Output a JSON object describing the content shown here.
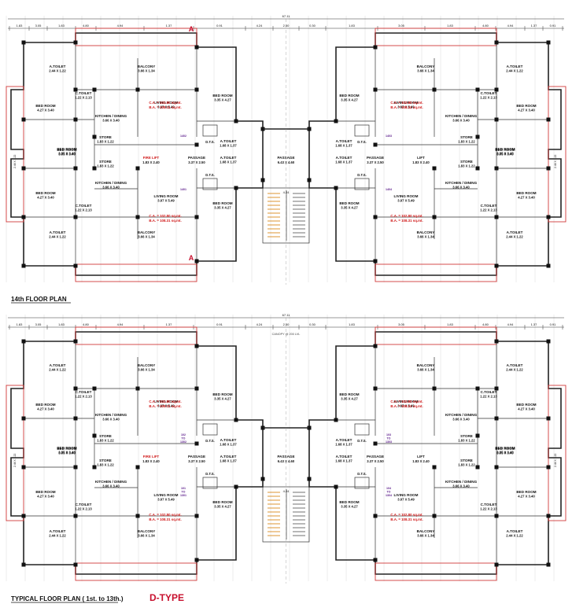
{
  "captions": {
    "top": "14th FLOOR PLAN",
    "bottom": "TYPICAL FLOOR PLAN ( 1st. to 13th.)",
    "type": "D-TYPE"
  },
  "overall_dim": "67.11",
  "center_dim": "4.24",
  "markers": [
    "A",
    "A"
  ],
  "plans": [
    {
      "rooms": [
        {
          "name": "A.TOILET",
          "size": "2.44 X 1.22"
        },
        {
          "name": "BALCONY",
          "size": "3.66 X 1.34"
        },
        {
          "name": "C.TOILET",
          "size": "1.22 X 2.13"
        },
        {
          "name": "BED ROOM",
          "size": "4.27 X 3.40"
        },
        {
          "name": "KITCHEN / DINING",
          "size": "3.66 X 3.40"
        },
        {
          "name": "LIVING ROOM",
          "size": "3.97 X 5.49"
        },
        {
          "name": "BED ROOM",
          "size": "3.35 X 4.27"
        },
        {
          "name": "A.TOILET",
          "size": "1.68 X 1.37"
        },
        {
          "name": "BED ROOM",
          "size": "3.05 X 3.40"
        },
        {
          "name": "STORE",
          "size": "1.83 X 1.22"
        },
        {
          "name": "SPICE TERRACE",
          "size": "2.01 X 0.21"
        },
        {
          "name": "FIRE LIFT",
          "size": "1.83 X 2.40"
        },
        {
          "name": "PASSAGE",
          "size": "3.37 X 2.50"
        },
        {
          "name": "PASSAGE",
          "size": "6.43 X 4.60"
        },
        {
          "name": "LIFT",
          "size": "1.83 X 2.40"
        },
        {
          "name": "STORE",
          "size": "1.83 X 1.22"
        },
        {
          "name": "BED ROOM",
          "size": "3.35 X 4.27"
        },
        {
          "name": "BALCONY",
          "size": "3.66 X 1.34"
        },
        {
          "name": "A.TOILET",
          "size": "2.44 X 1.22"
        }
      ],
      "ca": "C.A. = 102.80 sq.mt.",
      "ba": "B.A. = 108.31 sq.mt.",
      "flats": [
        "1402",
        "1401",
        "1403",
        "1404"
      ],
      "duct": "D.T.S.",
      "dims": [
        "1.83",
        "3.05",
        "1.83",
        "4.80",
        "4.94",
        "1.37",
        "0.91",
        "4.24",
        "2.50",
        "0.30"
      ]
    },
    {
      "rooms": [
        {
          "name": "A.TOILET",
          "size": "2.44 X 1.22"
        },
        {
          "name": "BALCONY",
          "size": "3.66 X 1.34"
        },
        {
          "name": "C.TOILET",
          "size": "1.22 X 2.13"
        },
        {
          "name": "BED ROOM",
          "size": "4.27 X 3.40"
        },
        {
          "name": "KITCHEN / DINING",
          "size": "3.66 X 3.40"
        },
        {
          "name": "LIVING ROOM",
          "size": "3.97 X 5.49"
        },
        {
          "name": "BED ROOM",
          "size": "3.35 X 4.27"
        },
        {
          "name": "A.TOILET",
          "size": "1.68 X 1.37"
        },
        {
          "name": "BED ROOM",
          "size": "3.05 X 3.40"
        },
        {
          "name": "STORE",
          "size": "1.83 X 1.22"
        },
        {
          "name": "FIRE LIFT",
          "size": "1.83 X 2.40"
        },
        {
          "name": "PASSAGE",
          "size": "3.37 X 2.50"
        },
        {
          "name": "PASSAGE",
          "size": "6.43 X 4.60"
        },
        {
          "name": "LIFT",
          "size": "1.83 X 2.40"
        },
        {
          "name": "STORE",
          "size": "1.83 X 1.22"
        },
        {
          "name": "BED ROOM",
          "size": "3.35 X 4.27"
        },
        {
          "name": "BALCONY",
          "size": "3.66 X 1.34"
        },
        {
          "name": "A.TOILET",
          "size": "2.44 X 1.22"
        }
      ],
      "ca": "C.A. = 102.80 sq.mt.",
      "ba": "B.A. = 108.31 sq.mt.",
      "flats": [
        "102 TO 1302",
        "101 TO 1301",
        "103 TO 1303",
        "104 TO 1304"
      ],
      "duct": "D.T.S.",
      "note": "CANOPY @ 200 LVL",
      "dims": [
        "1.83",
        "3.05",
        "1.83",
        "4.80",
        "4.94",
        "1.37",
        "0.91",
        "4.24",
        "2.50",
        "0.30"
      ]
    }
  ]
}
